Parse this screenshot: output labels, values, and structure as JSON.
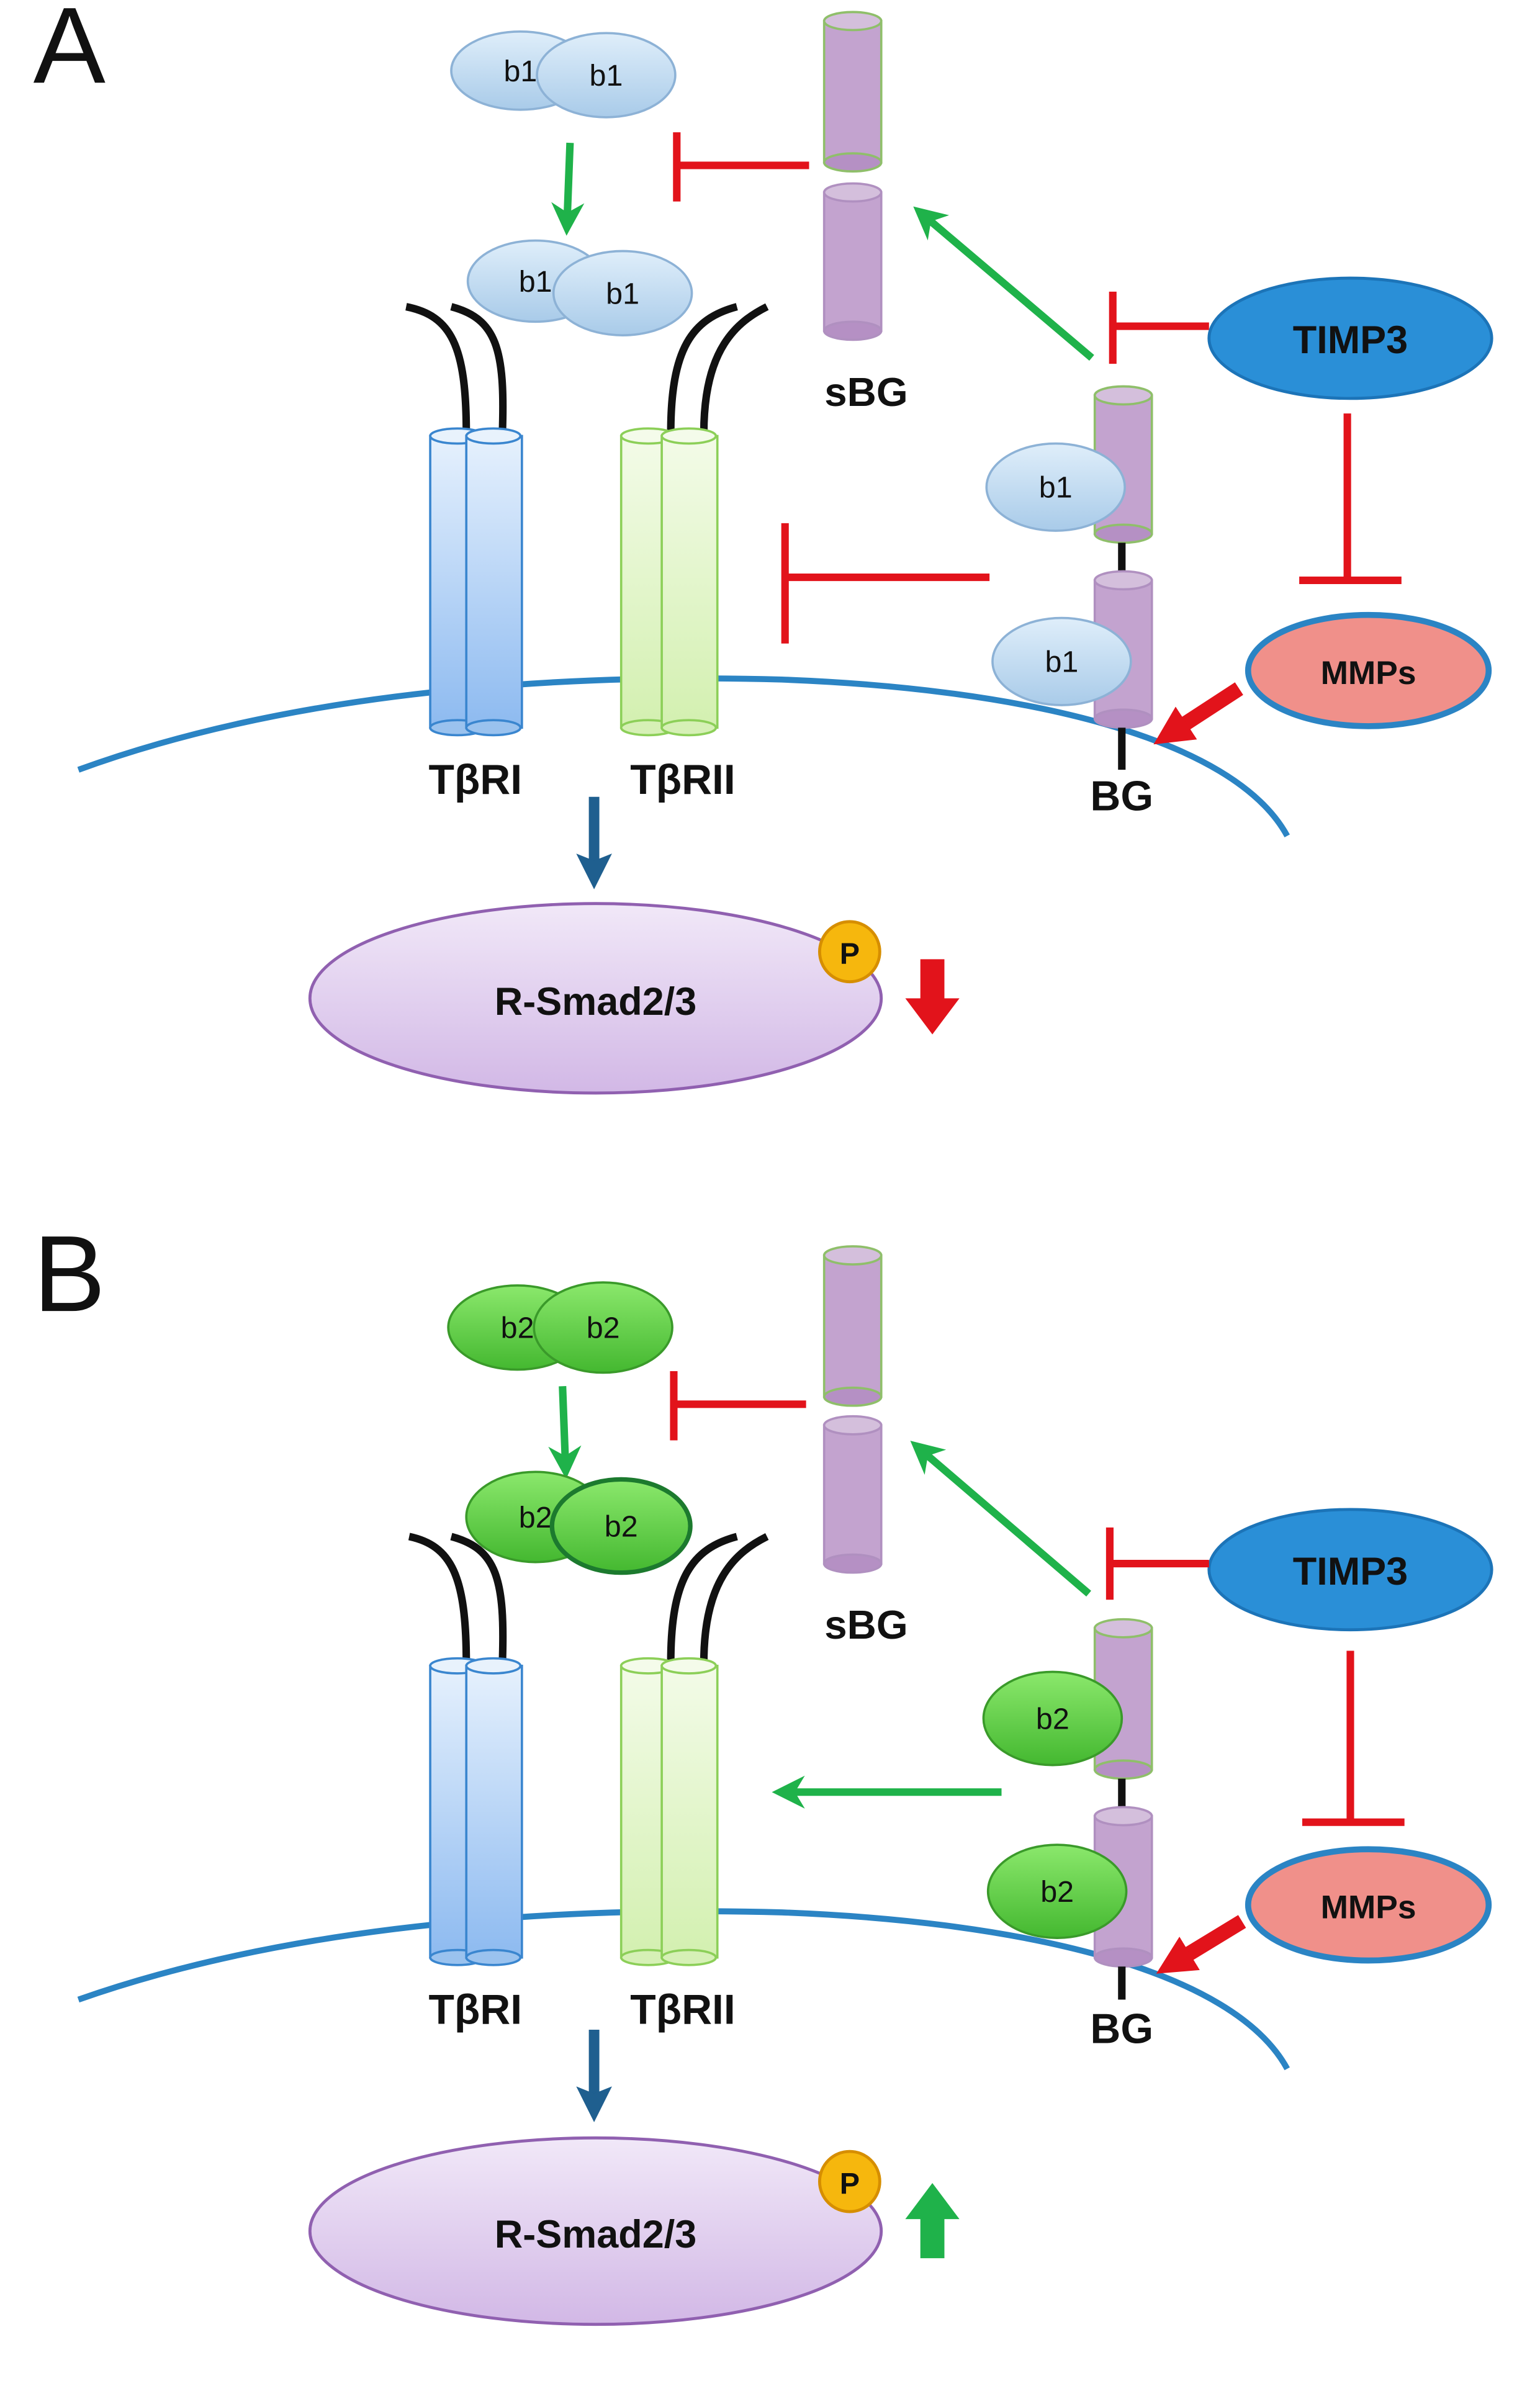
{
  "panels": [
    {
      "letter": "A",
      "ligand": "b1",
      "ligand_dimer": [
        "b1",
        "b1"
      ],
      "ligand_bound": [
        "b1",
        "b1"
      ],
      "receptors": [
        "TβRI",
        "TβRII"
      ],
      "coreceptor": "BG",
      "soluble_coreceptor": "sBG",
      "inhibitor": "TIMP3",
      "protease": "MMPs",
      "smad": "R-Smad2/3",
      "phospho": "P",
      "signal_change": "decrease",
      "bg_to_receptor": "inhibit"
    },
    {
      "letter": "B",
      "ligand": "b2",
      "ligand_dimer": [
        "b2",
        "b2"
      ],
      "ligand_bound": [
        "b2",
        "b2"
      ],
      "receptors": [
        "TβRI",
        "TβRII"
      ],
      "coreceptor": "BG",
      "soluble_coreceptor": "sBG",
      "inhibitor": "TIMP3",
      "protease": "MMPs",
      "smad": "R-Smad2/3",
      "phospho": "P",
      "signal_change": "increase",
      "bg_to_receptor": "activate"
    }
  ],
  "colors": {
    "inhibit_red": "#e2131b",
    "activate_green": "#1fb24a",
    "flow_blue": "#1f5f8f",
    "membrane_blue": "#2b84c4",
    "b1_fill": "#bcd9f0",
    "b2_fill": "#66d44a",
    "tbr1_fill": "#a9cdf2",
    "tbr2_fill": "#e2f5c8",
    "bg_fill": "#c3a3cf",
    "timp3_fill": "#2a8fd7",
    "mmps_fill": "#f0908a",
    "smad_fill": "#e4d2f0",
    "phospho_fill": "#f6b70d"
  }
}
